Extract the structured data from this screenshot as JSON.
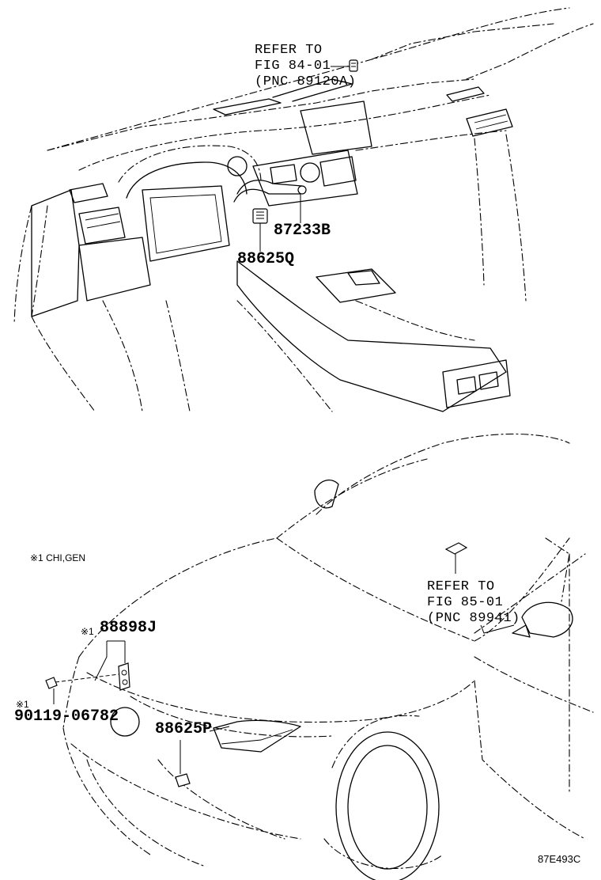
{
  "labels": {
    "refer_fig84": [
      "REFER TO",
      "FIG 84-01",
      "(PNC 89120A)"
    ],
    "part_87233B": "87233B",
    "part_88625Q": "88625Q",
    "note_chi_gen": "※1 CHI,GEN",
    "note_mark_88898J": "※1",
    "part_88898J": "88898J",
    "note_mark_bolt": "※1",
    "part_90119": "90119-06782",
    "part_88625P": "88625P",
    "refer_fig85": [
      "REFER TO",
      "FIG 85-01",
      "(PNC 89941)"
    ],
    "figure_code": "87E493C"
  }
}
